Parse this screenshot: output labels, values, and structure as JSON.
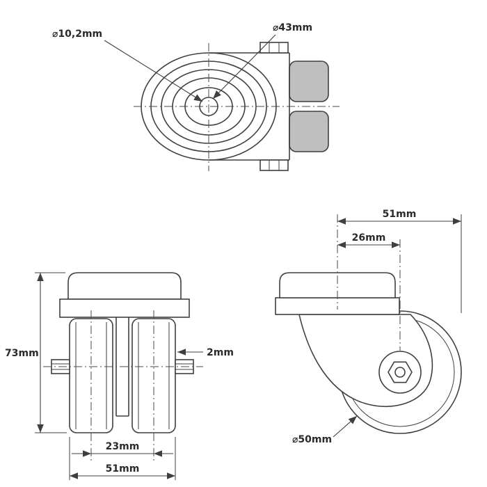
{
  "views": {
    "top": {
      "labels": {
        "hole_diameter": "⌀10,2mm",
        "race_diameter": "⌀43mm"
      }
    },
    "front": {
      "labels": {
        "total_height": "73mm",
        "tread_thickness": "2mm",
        "wheel_spacing": "23mm",
        "overall_width": "51mm"
      }
    },
    "side": {
      "labels": {
        "swivel_radius": "51mm",
        "swivel_offset": "26mm",
        "wheel_diameter": "⌀50mm"
      }
    }
  },
  "colors": {
    "line": "#3f3f3f",
    "wheel_fill": "#bfbfbf",
    "background": "#ffffff"
  }
}
